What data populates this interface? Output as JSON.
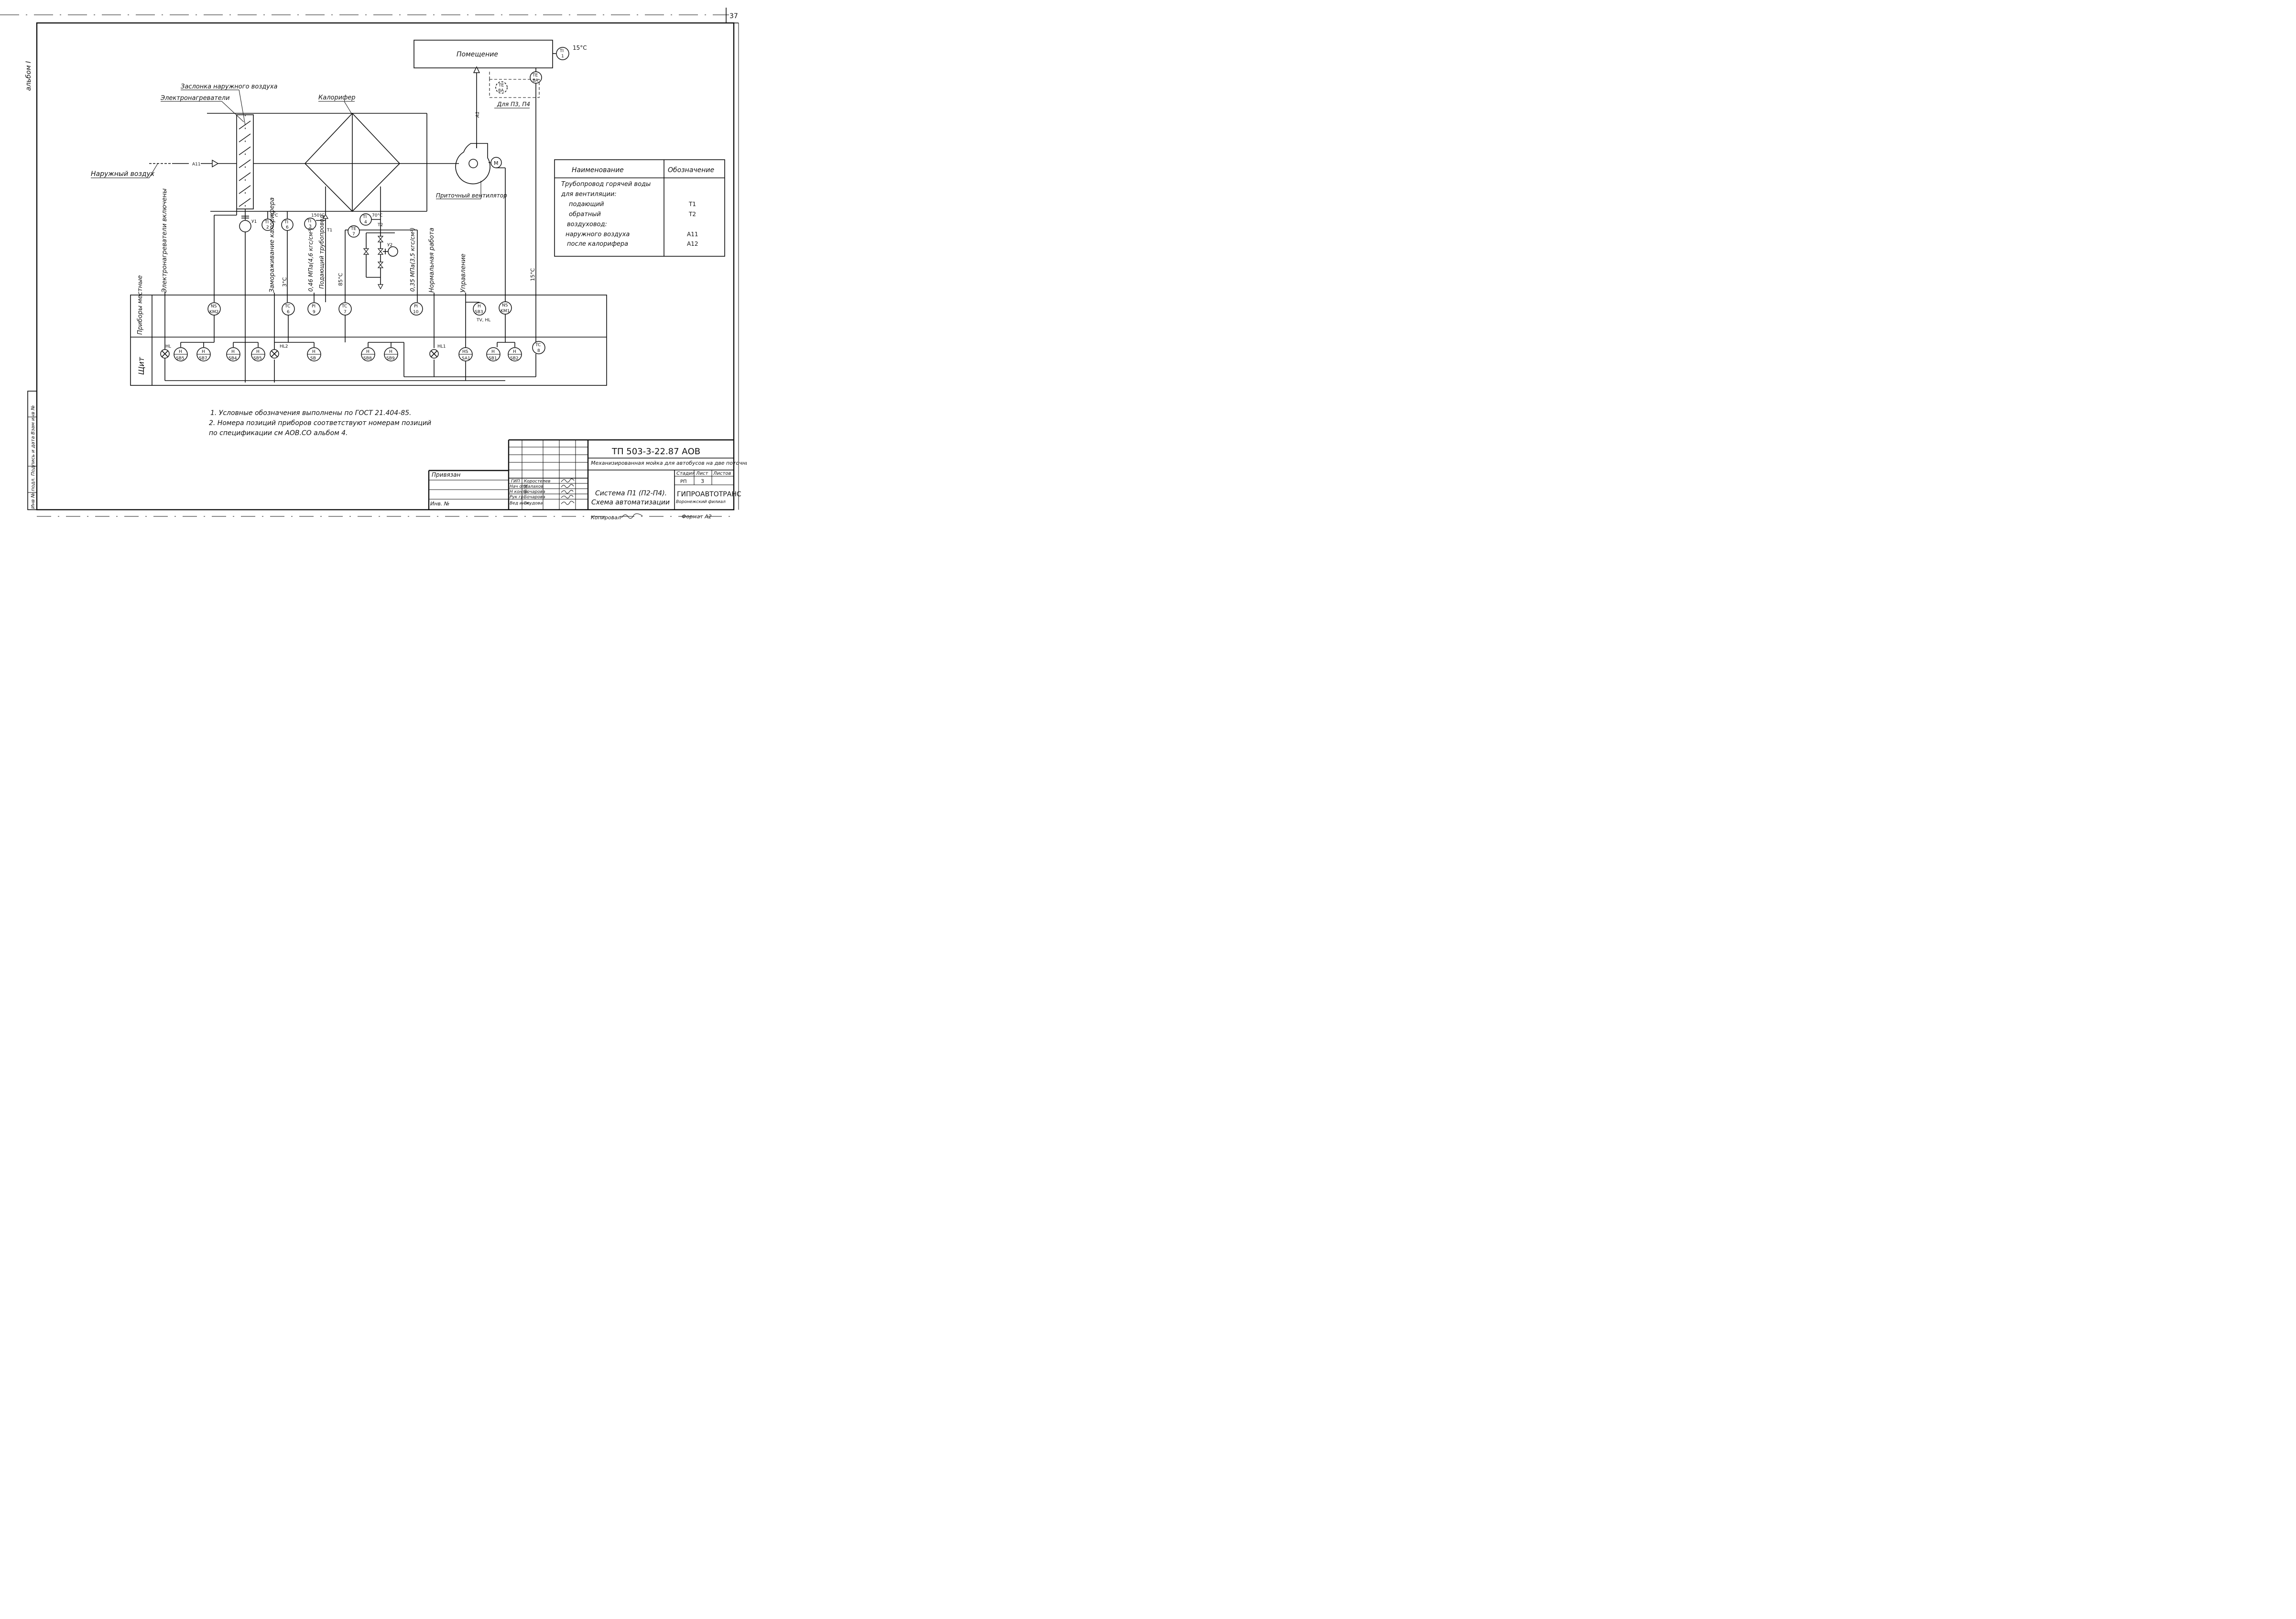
{
  "sheet": {
    "page_number": "37",
    "album": "альбом I"
  },
  "room": {
    "label": "Помещение",
    "temp": "15°C"
  },
  "labels": {
    "damper": "Заслонка наружного воздуха",
    "heaters_el": "Электронагреватели",
    "calorifer": "Калорифер",
    "outdoor_air": "Наружный воздух",
    "fan": "Приточный вентилятор",
    "for_p3_p4": "Для П3, П4",
    "duct_a11": "А11",
    "duct_a12": "А1",
    "t1": "Т1",
    "t2": "Т2",
    "y1": "У1",
    "y2": "У2",
    "motor": "M",
    "temp_3c": "3°С",
    "temp_150": "150°С",
    "temp_70": "70°С",
    "temp_15_vert": "15°С"
  },
  "signals": {
    "el_heaters_on": "Электронагреватели включены",
    "freeze": "Замораживание калорифера",
    "freeze_temp": "3°С",
    "p_supply": "0,46 МПа(4,6 кгс/см²)",
    "supply_pipe": "Подающий трубопровод",
    "t85": "85°С",
    "p_return": "0,35 МПа(3,5 кгс/см²)",
    "normal_work": "Нормальная работа",
    "control": "Управление"
  },
  "instruments": {
    "ti1": [
      "TI",
      "1"
    ],
    "te8a": [
      "TE",
      "8A"
    ],
    "te8a_d": [
      "TE",
      "8A"
    ],
    "ti2": [
      "TI",
      "2"
    ],
    "ti6": [
      "TI",
      "6"
    ],
    "ti3": [
      "TI",
      "3"
    ],
    "ti4": [
      "TI",
      "4"
    ],
    "te7": [
      "TE",
      "7"
    ],
    "ns_km2": [
      "NS",
      "KM2"
    ],
    "tc6": [
      "TC",
      "6"
    ],
    "pi9": [
      "PI",
      "9"
    ],
    "tc7": [
      "TC",
      "7"
    ],
    "pi10": [
      "PI",
      "10"
    ],
    "h_sb3": [
      "H",
      "SB3"
    ],
    "tv_hl": "TV, HL",
    "ns_km1": [
      "NS",
      "KM1"
    ],
    "h_sb5": [
      "H",
      "SB5"
    ],
    "h_sb7": [
      "H",
      "SB7"
    ],
    "h_sb4": [
      "H",
      "SB4"
    ],
    "h_sb5b": [
      "H",
      "SB5"
    ],
    "h_sb": [
      "H",
      "SB"
    ],
    "h_sb8": [
      "H",
      "SB8"
    ],
    "h_sb9": [
      "H",
      "SB9"
    ],
    "hs_sa1": [
      "HS",
      "SA1"
    ],
    "h_sb1": [
      "H",
      "SB1"
    ],
    "h_sb2": [
      "H",
      "SB2"
    ],
    "tc8": [
      "TC",
      "8"
    ],
    "hl": "HL",
    "hl2": "HL2",
    "hl1": "HL1"
  },
  "panel": {
    "local": "Приборы местные",
    "board": "Щит"
  },
  "legend": {
    "header_name": "Наименование",
    "header_code": "Обозначение",
    "rows": [
      {
        "name": "Трубопровод горячей воды",
        "code": ""
      },
      {
        "name": "для вентиляции:",
        "code": ""
      },
      {
        "name": "подающий",
        "code": "Т1"
      },
      {
        "name": "обратный",
        "code": "Т2"
      },
      {
        "name": "воздуховод:",
        "code": ""
      },
      {
        "name": "наружного воздуха",
        "code": "А11"
      },
      {
        "name": "после калорифера",
        "code": "А12"
      }
    ]
  },
  "notes": [
    "1. Условные обозначения выполнены по ГОСТ 21.404-85.",
    "2. Номера позиций приборов соответствуют номерам позиций",
    "по спецификации см АОВ.СО  альбом 4."
  ],
  "title_block": {
    "doc_code": "ТП 503-3-22.87 АОВ",
    "project": "Механизированная мойка для автобусов на две поточные линии",
    "stage_h": "Стадия",
    "sheet_h": "Лист",
    "sheets_h": "Листов",
    "stage": "РП",
    "sheet": "3",
    "system_line1": "Система П1 (П2-П4).",
    "system_line2": "Схема автоматизации",
    "org": "ГИПРОАВТОТРАНС",
    "org_sub": "Воронежский филиал",
    "privyazan": "Привязан",
    "inv": "Инв. №",
    "roles": [
      {
        "role": "ГИП",
        "name": "Коростелев"
      },
      {
        "role": "Нач отд",
        "name": "Малахов"
      },
      {
        "role": "Н контр.",
        "name": "Бочарова"
      },
      {
        "role": "Рук гр.",
        "name": "Бочарова"
      },
      {
        "role": "Вед инж.",
        "name": "Елудова"
      }
    ],
    "copied": "Копировал",
    "format": "Формат А2",
    "side_stamp": "Инв № подл.  Подпись и дата  Взам инв №"
  }
}
